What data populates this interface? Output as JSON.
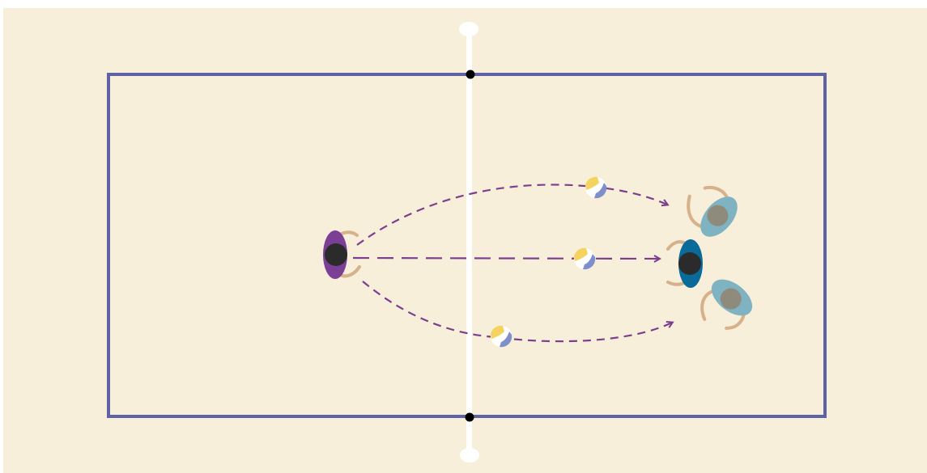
{
  "diagram": {
    "kind": "volleyball-drill",
    "colors": {
      "background": "#f7efd9",
      "court_line": "#5e62a6",
      "net": "#ffffff",
      "net_post": "#000000",
      "trajectory": "#7b3f8e",
      "player_left_shirt": "#7b3f96",
      "player_right_shirt": "#0a6a9a",
      "teammate_shirt": "#7fb3c2",
      "skin": "#d7b08c",
      "ball_yellow": "#f4d35e",
      "ball_blue": "#7e8fcc"
    },
    "players": [
      {
        "id": "passer-left",
        "team": "left",
        "shirt_color_key": "player_left_shirt",
        "icon": "player-topdown-icon"
      },
      {
        "id": "target-right",
        "team": "right",
        "shirt_color_key": "player_right_shirt",
        "icon": "player-topdown-icon"
      },
      {
        "id": "teammate-upper-right",
        "team": "right",
        "shirt_color_key": "teammate_shirt",
        "icon": "player-topdown-icon"
      },
      {
        "id": "teammate-lower-right",
        "team": "right",
        "shirt_color_key": "teammate_shirt",
        "icon": "player-topdown-icon"
      }
    ],
    "trajectories": [
      {
        "id": "pass-upper",
        "from": "passer-left",
        "to": "teammate-upper-right",
        "style": "dashed-arrow"
      },
      {
        "id": "pass-middle",
        "from": "passer-left",
        "to": "target-right",
        "style": "dashed-arrow"
      },
      {
        "id": "pass-lower",
        "from": "passer-left",
        "to": "teammate-lower-right",
        "style": "dashed-arrow"
      }
    ],
    "balls": [
      {
        "id": "ball-upper",
        "icon": "volleyball-icon"
      },
      {
        "id": "ball-middle",
        "icon": "volleyball-icon"
      },
      {
        "id": "ball-lower",
        "icon": "volleyball-icon"
      }
    ]
  }
}
